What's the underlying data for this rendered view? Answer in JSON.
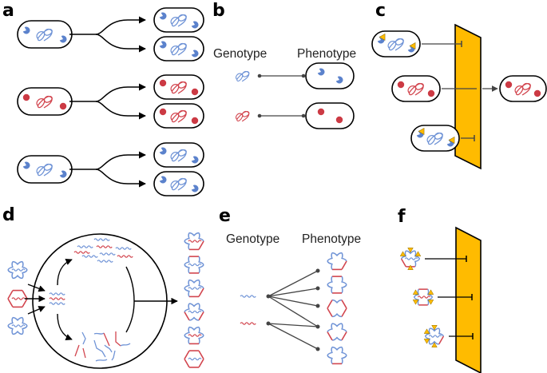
{
  "colors": {
    "blue": "#6f93d6",
    "blue_dot": "#5b82cc",
    "red": "#d2454e",
    "red_dot": "#cc3a44",
    "filter": "#ffbb00",
    "line": "#000000",
    "connector": "#444444"
  },
  "panels": {
    "a": {
      "label": "a",
      "parents": [
        {
          "type": "blue",
          "daughters": [
            "blue",
            "blue"
          ]
        },
        {
          "type": "red",
          "daughters": [
            "red",
            "red"
          ]
        },
        {
          "type": "blue",
          "daughters": [
            "blue",
            "blue"
          ]
        }
      ]
    },
    "b": {
      "label": "b",
      "genotype_header": "Genotype",
      "phenotype_header": "Phenotype",
      "pairs": [
        {
          "genotype": "blue",
          "phenotype": "blue"
        },
        {
          "genotype": "red",
          "phenotype": "red"
        }
      ]
    },
    "c": {
      "label": "c",
      "cells": [
        {
          "type": "blue-tagged",
          "outcome": "blocked"
        },
        {
          "type": "red",
          "outcome": "passes"
        },
        {
          "type": "blue-tagged",
          "outcome": "blocked"
        }
      ],
      "output": "red"
    },
    "d": {
      "label": "d",
      "inputs": [
        "blue-capsid",
        "red-capsid",
        "blue-capsid"
      ],
      "outputs": [
        {
          "capsid": "blue-red-right",
          "genome": "red"
        },
        {
          "capsid": "blue-red-top-bottom",
          "genome": "blue"
        },
        {
          "capsid": "blue-red-right",
          "genome": "blue"
        },
        {
          "capsid": "blue-red-left-right",
          "genome": "blue"
        },
        {
          "capsid": "blue-red-bottom",
          "genome": "red"
        },
        {
          "capsid": "red-hex",
          "genome": "blue"
        }
      ]
    },
    "e": {
      "label": "e",
      "genotype_header": "Genotype",
      "phenotype_header": "Phenotype",
      "genotypes": [
        "blue",
        "red"
      ],
      "phenotype_count": 5,
      "links": [
        [
          0,
          0
        ],
        [
          0,
          1
        ],
        [
          0,
          2
        ],
        [
          0,
          3
        ],
        [
          1,
          3
        ],
        [
          1,
          4
        ]
      ]
    },
    "f": {
      "label": "f",
      "particles": [
        {
          "genome": "blue",
          "outcome": "blocked"
        },
        {
          "genome": "red",
          "outcome": "blocked"
        },
        {
          "genome": "blue",
          "outcome": "blocked"
        }
      ]
    }
  }
}
